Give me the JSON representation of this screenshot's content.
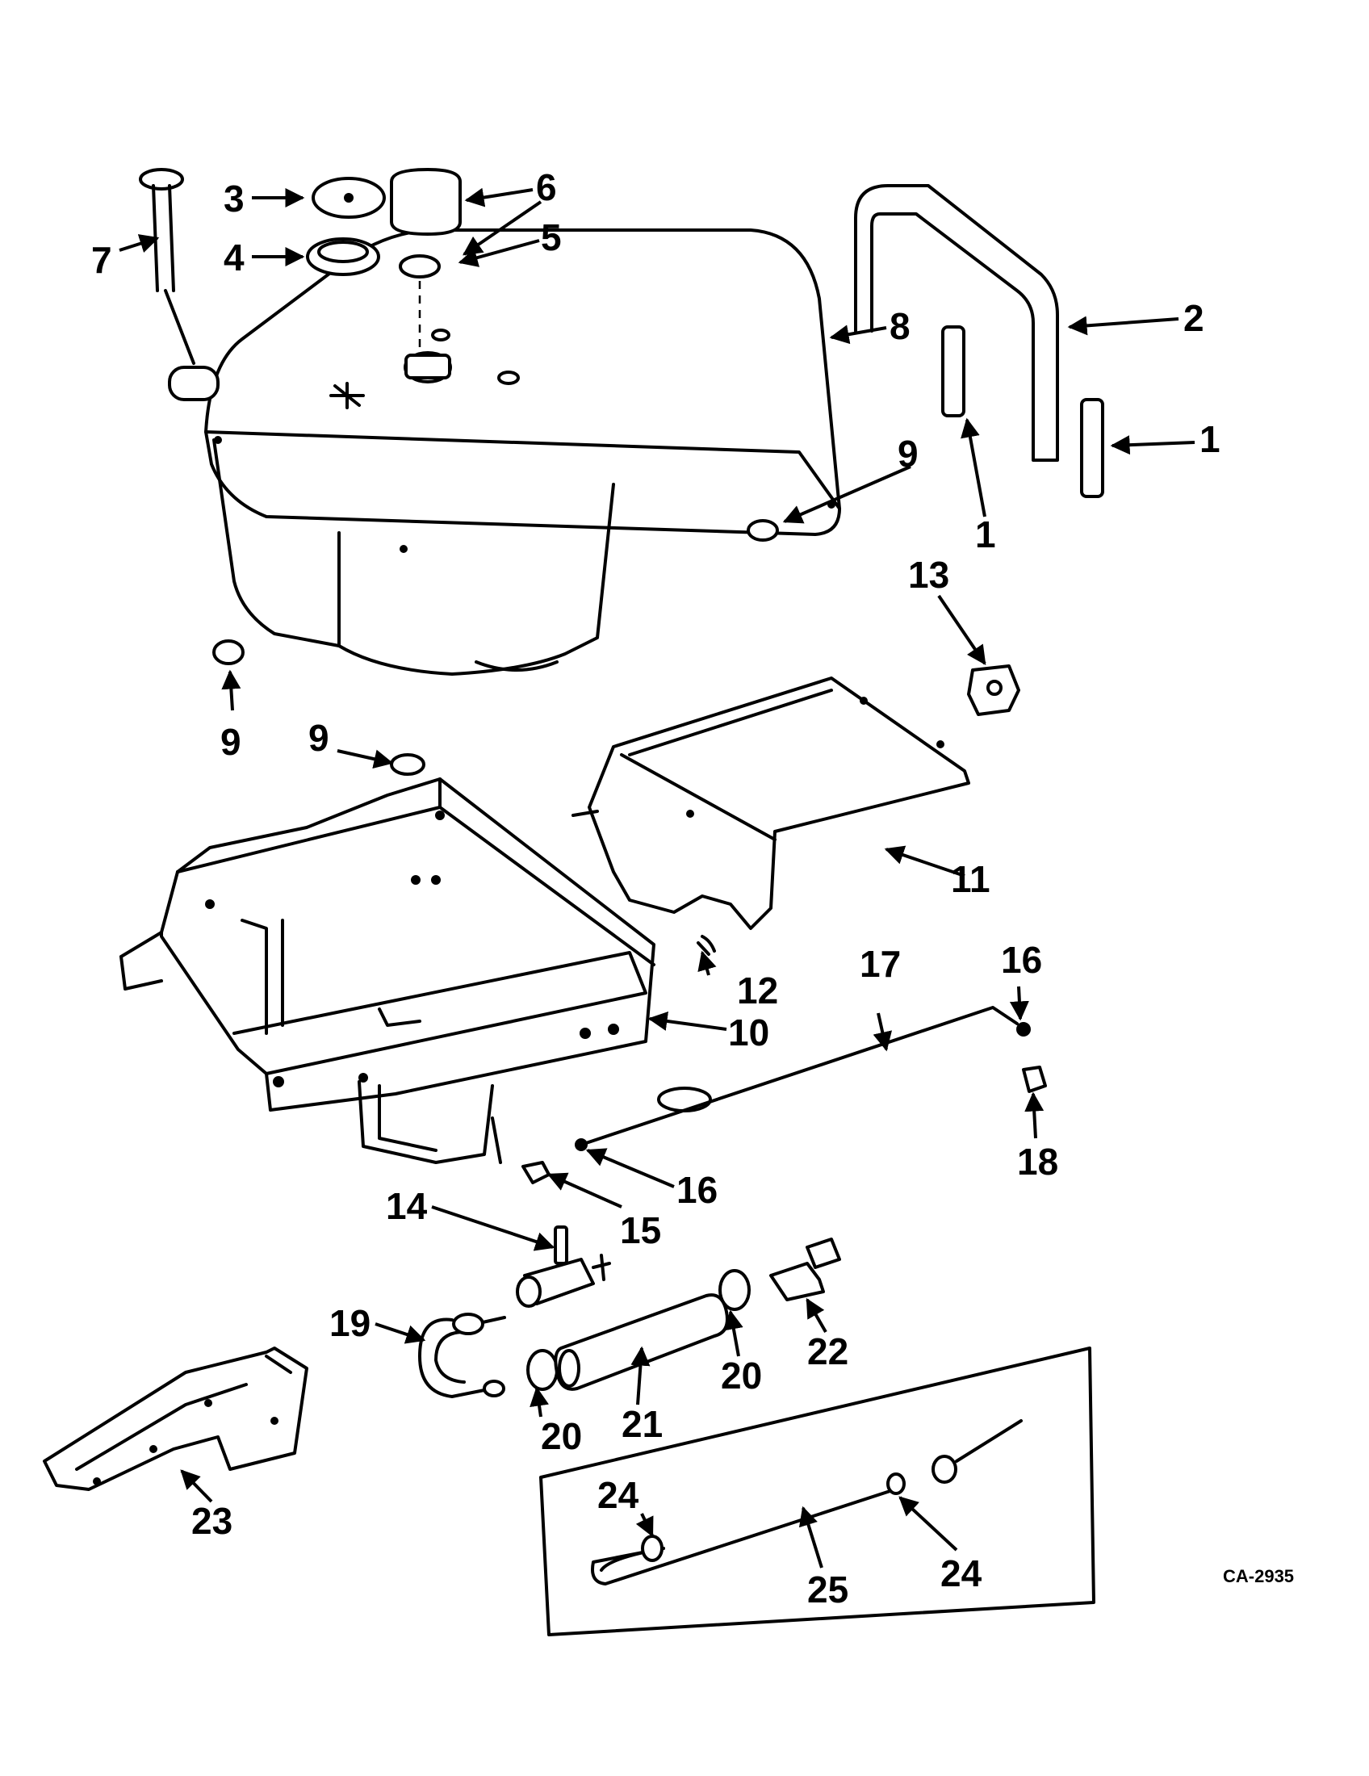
{
  "callouts": {
    "c1a": "1",
    "c1b": "1",
    "c2": "2",
    "c3": "3",
    "c4": "4",
    "c5": "5",
    "c6": "6",
    "c7": "7",
    "c8": "8",
    "c9a": "9",
    "c9b": "9",
    "c9c": "9",
    "c10": "10",
    "c11": "11",
    "c12": "12",
    "c13": "13",
    "c14": "14",
    "c15": "15",
    "c16a": "16",
    "c16b": "16",
    "c17": "17",
    "c18": "18",
    "c19": "19",
    "c20a": "20",
    "c20b": "20",
    "c21": "21",
    "c22": "22",
    "c23": "23",
    "c24a": "24",
    "c24b": "24",
    "c25": "25"
  },
  "drawing_code": "CA-2935"
}
